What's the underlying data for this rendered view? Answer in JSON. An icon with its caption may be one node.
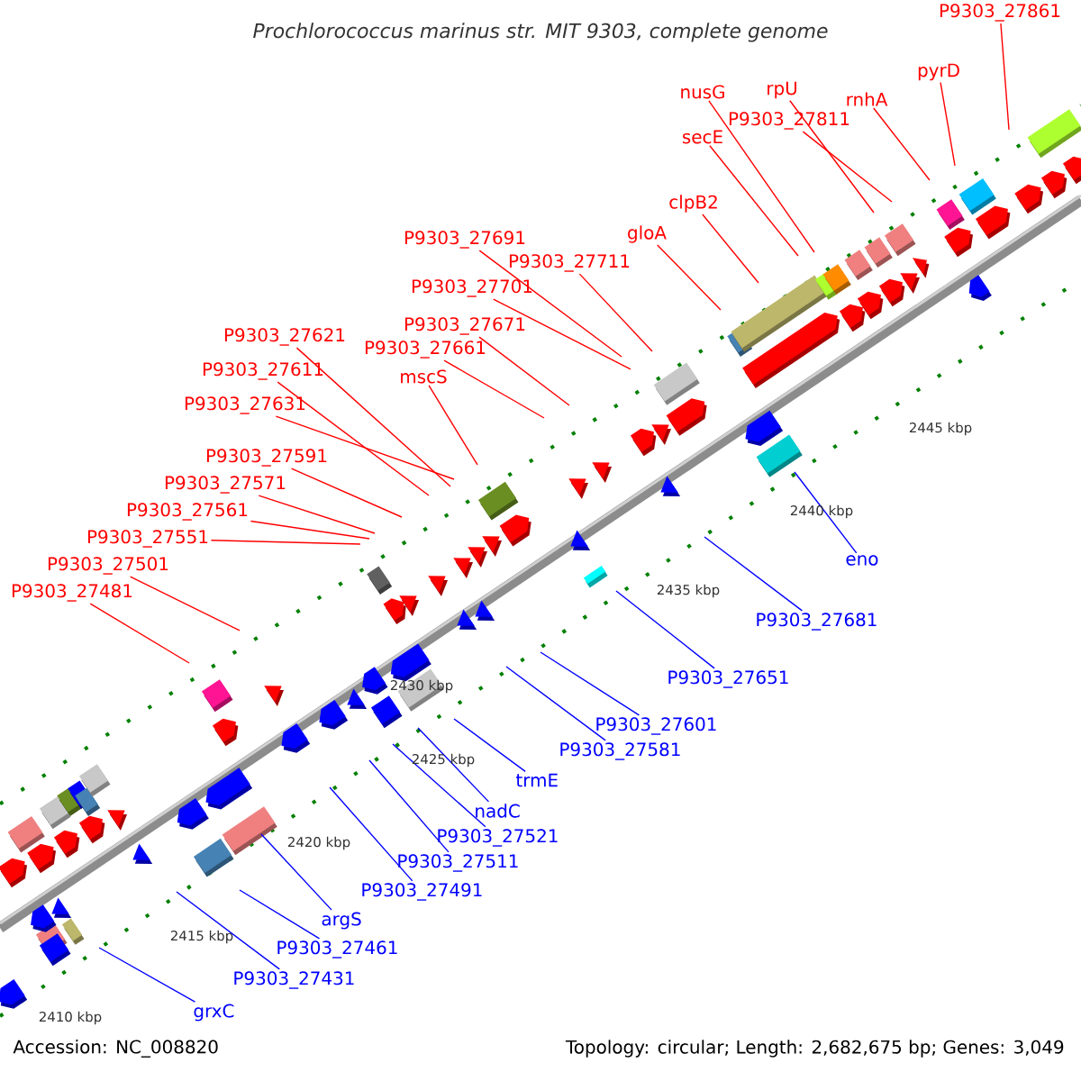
{
  "diagram": {
    "title": "*Prochlorococcus marinus* str. MIT 9303, complete genome",
    "nodes": [
      {
        "text": [
          "P9303_27861"
        ]
      },
      {
        "text": [
          "pyrD"
        ]
      },
      {
        "text": [
          "rnhA"
        ]
      },
      {
        "text": [
          "rpU"
        ]
      },
      {
        "text": [
          "P9303_27811"
        ]
      },
      {
        "text": [
          "nusG"
        ]
      },
      {
        "text": [
          "secE"
        ]
      },
      {
        "text": [
          "clpB2"
        ]
      },
      {
        "text": [
          "gloA"
        ]
      },
      {
        "text": [
          "P9303_27691"
        ]
      },
      {
        "text": [
          "P9303_27711"
        ]
      },
      {
        "text": [
          "P9303_27701"
        ]
      },
      {
        "text": [
          "P9303_27671"
        ]
      },
      {
        "text": [
          "P9303_27661"
        ]
      },
      {
        "text": [
          "mscS"
        ]
      },
      {
        "text": [
          "P9303_27621"
        ]
      },
      {
        "text": [
          "P9303_27611"
        ]
      },
      {
        "text": [
          "P9303_27631"
        ]
      },
      {
        "text": [
          "P9303_27591"
        ]
      },
      {
        "text": [
          "P9303_27571"
        ]
      },
      {
        "text": [
          "P9303_27561"
        ]
      },
      {
        "text": [
          "P9303_27551"
        ]
      },
      {
        "text": [
          "P9303_27501"
        ]
      },
      {
        "text": [
          "P9303_27481"
        ]
      },
      {
        "text": [
          "eno"
        ]
      },
      {
        "text": [
          "P9303_27681"
        ]
      },
      {
        "text": [
          "P9303_27651"
        ]
      },
      {
        "text": [
          "P9303_27601"
        ]
      },
      {
        "text": [
          "P9303_27581"
        ]
      },
      {
        "text": [
          "trmE"
        ]
      },
      {
        "text": [
          "nadC"
        ]
      },
      {
        "text": [
          "P9303_27521"
        ]
      },
      {
        "text": [
          "P9303_27511"
        ]
      },
      {
        "text": [
          "P9303_27491"
        ]
      },
      {
        "text": [
          "argS"
        ]
      },
      {
        "text": [
          "P9303_27461"
        ]
      },
      {
        "text": [
          "P9303_27431"
        ]
      },
      {
        "text": [
          "grxC"
        ]
      }
    ],
    "edges": [
      {
        "from": 0,
        "to": null,
        "arrow": "none"
      },
      {
        "from": 1,
        "to": null,
        "arrow": "none"
      },
      {
        "from": 2,
        "to": null,
        "arrow": "none"
      },
      {
        "from": 3,
        "to": null,
        "arrow": "none"
      },
      {
        "from": 4,
        "to": null,
        "arrow": "none"
      },
      {
        "from": 5,
        "to": null,
        "arrow": "none"
      },
      {
        "from": 6,
        "to": null,
        "arrow": "none"
      },
      {
        "from": 7,
        "to": null,
        "arrow": "none"
      },
      {
        "from": 8,
        "to": null,
        "arrow": "none"
      },
      {
        "from": 9,
        "to": null,
        "arrow": "none"
      },
      {
        "from": 10,
        "to": null,
        "arrow": "none"
      },
      {
        "from": 11,
        "to": null,
        "arrow": "none"
      },
      {
        "from": 12,
        "to": null,
        "arrow": "none"
      },
      {
        "from": 13,
        "to": null,
        "arrow": "none"
      },
      {
        "from": 14,
        "to": null,
        "arrow": "none"
      },
      {
        "from": 15,
        "to": null,
        "arrow": "none"
      },
      {
        "from": 16,
        "to": null,
        "arrow": "none"
      },
      {
        "from": 17,
        "to": null,
        "arrow": "none"
      },
      {
        "from": 18,
        "to": null,
        "arrow": "none"
      },
      {
        "from": 19,
        "to": null,
        "arrow": "none"
      },
      {
        "from": 20,
        "to": null,
        "arrow": "none"
      },
      {
        "from": 21,
        "to": null,
        "arrow": "none"
      },
      {
        "from": 22,
        "to": null,
        "arrow": "none"
      },
      {
        "from": 23,
        "to": null,
        "arrow": "none"
      },
      {
        "from": 24,
        "to": null,
        "arrow": "none",
        "color": "#0000ff"
      },
      {
        "from": 25,
        "to": null,
        "arrow": "none",
        "color": "#0000ff"
      },
      {
        "from": 26,
        "to": null,
        "arrow": "none",
        "color": "#0000ff"
      },
      {
        "from": 27,
        "to": null,
        "arrow": "none",
        "color": "#0000ff"
      },
      {
        "from": 28,
        "to": null,
        "arrow": "none",
        "color": "#0000ff"
      },
      {
        "from": 29,
        "to": null,
        "arrow": "none",
        "color": "#0000ff"
      },
      {
        "from": 30,
        "to": null,
        "arrow": "none",
        "color": "#0000ff"
      },
      {
        "from": 31,
        "to": null,
        "arrow": "none",
        "color": "#0000ff"
      },
      {
        "from": 32,
        "to": null,
        "arrow": "none",
        "color": "#0000ff"
      },
      {
        "from": 33,
        "to": null,
        "arrow": "none",
        "color": "#0000ff"
      },
      {
        "from": 34,
        "to": null,
        "arrow": "none",
        "color": "#0000ff"
      },
      {
        "from": 35,
        "to": null,
        "arrow": "none",
        "color": "#0000ff"
      },
      {
        "from": 36,
        "to": null,
        "arrow": "none",
        "color": "#0000ff"
      },
      {
        "from": 37,
        "to": null,
        "arrow": "none",
        "color": "#0000ff"
      }
    ],
    "labels": [
      "2445 kbp",
      "2440 kbp",
      "2435 kbp",
      "2430 kbp",
      "2425 kbp",
      "2420 kbp",
      "2415 kbp",
      "2410 kbp",
      "Accession: NC_008820",
      "Topology: circular; Length: 2,682,675 bp; Genes: 3,049"
    ]
  }
}
